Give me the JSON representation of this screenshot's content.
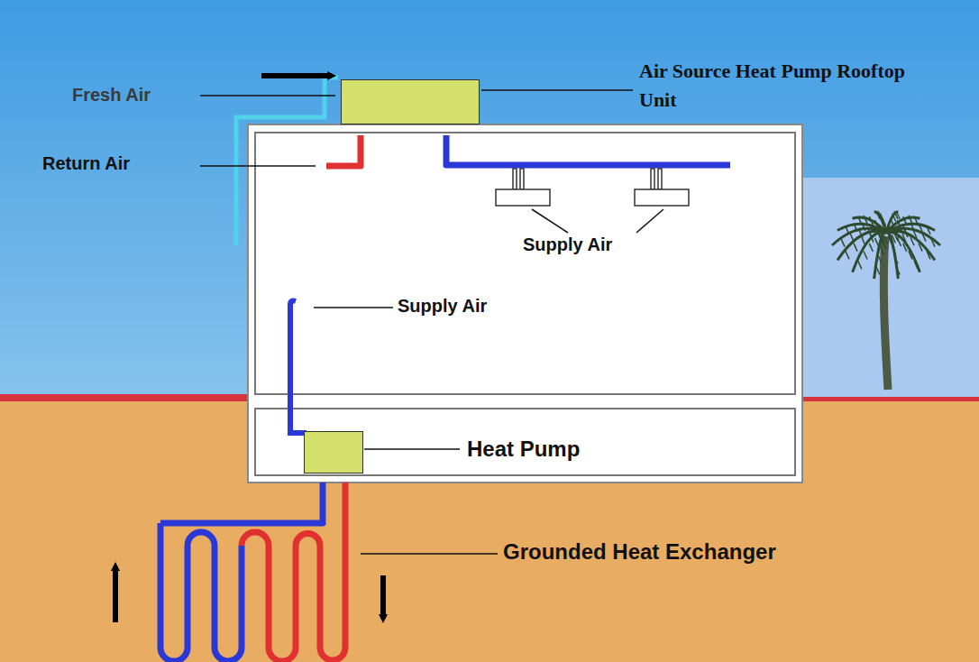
{
  "diagram": {
    "nodes": [
      {
        "text": [
          "Air Source Heat Pump Rooftop Unit"
        ]
      },
      {
        "text": [
          "Heat Pump"
        ]
      }
    ],
    "labels": [
      "Fresh Air",
      "Return Air",
      "Supply Air",
      "Supply Air",
      "Grounded Heat Exchanger"
    ]
  }
}
